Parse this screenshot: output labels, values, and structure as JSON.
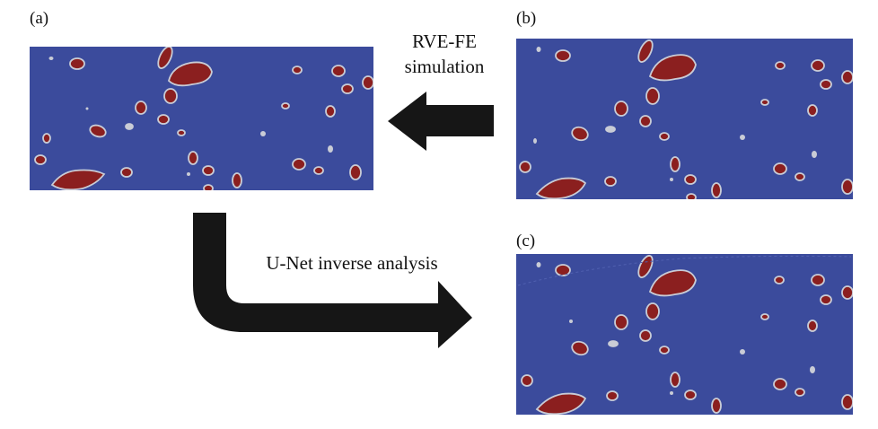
{
  "figure": {
    "panels": [
      {
        "id": "a",
        "label": "(a)"
      },
      {
        "id": "b",
        "label": "(b)"
      },
      {
        "id": "c",
        "label": "(c)"
      }
    ],
    "captions": {
      "forward_line1": "RVE-FE",
      "forward_line2": "simulation",
      "inverse": "U-Net inverse analysis"
    },
    "colors": {
      "matrix": "#3b4b9c",
      "particle": "#8b1f1f",
      "interface": "#c9ccd6",
      "arrow": "#161616",
      "text": "#111111"
    },
    "icons": {
      "forward_arrow": "left-arrow-icon",
      "inverse_arrow": "bent-right-arrow-icon"
    }
  }
}
